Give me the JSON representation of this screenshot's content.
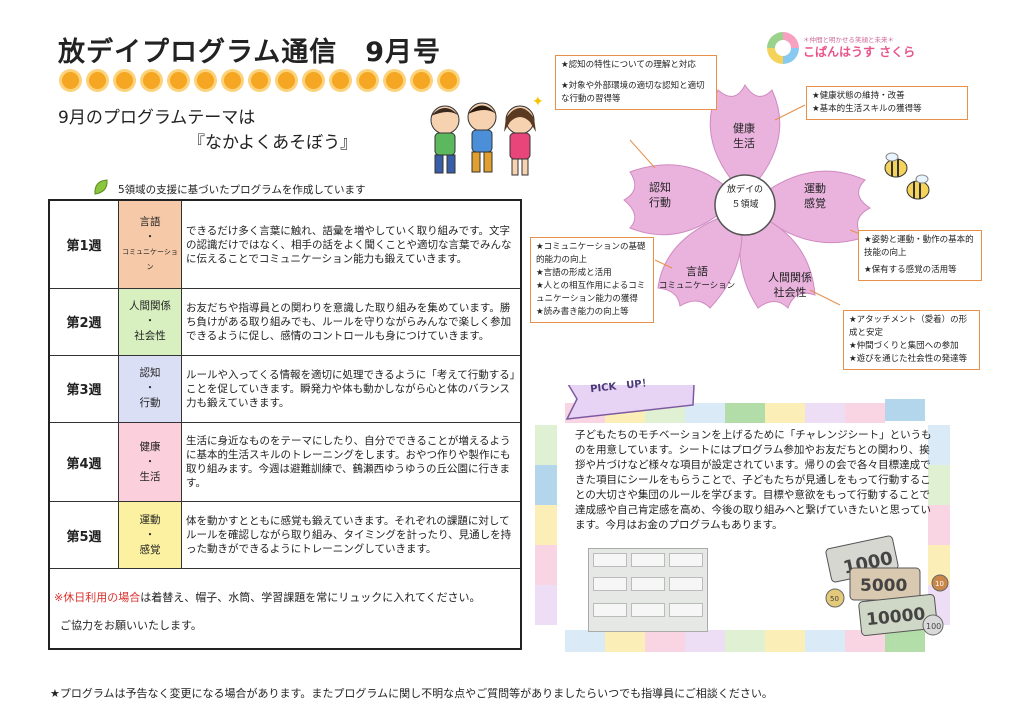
{
  "header": {
    "title": "放デイプログラム通信　9月号",
    "theme_line1": "9月のプログラムテーマは",
    "theme_line2": "『なかよくあそぼう』",
    "intro": "5領域の支援に基づいたプログラムを作成しています"
  },
  "logo": {
    "tagline": "＊仲間と明かせる笑顔と未来＊",
    "name": "こぱんはうす さくら"
  },
  "weeks": [
    {
      "week": "第1週",
      "domain_a": "言語",
      "dot": "・",
      "domain_b": "コミュニケーション",
      "color": "#f6c9a8",
      "desc": "できるだけ多く言葉に触れ、語彙を増やしていく取り組みです。文字の認識だけではなく、相手の話をよく聞くことや適切な言葉でみんなに伝えることでコミュニケーション能力も鍛えていきます。"
    },
    {
      "week": "第2週",
      "domain_a": "人間関係",
      "dot": "・",
      "domain_b": "社会性",
      "color": "#d8f0c0",
      "desc": "お友だちや指導員との関わりを意識した取り組みを集めています。勝ち負けがある取り組みでも、ルールを守りながらみんなで楽しく参加できるように促し、感情のコントロールも身につけていきます。"
    },
    {
      "week": "第3週",
      "domain_a": "認知",
      "dot": "・",
      "domain_b": "行動",
      "color": "#dadff5",
      "desc": "ルールや入ってくる情報を適切に処理できるように「考えて行動する」ことを促していきます。瞬発力や体も動かしながら心と体のバランス力も鍛えていきます。"
    },
    {
      "week": "第4週",
      "domain_a": "健康",
      "dot": "・",
      "domain_b": "生活",
      "color": "#fbd0dc",
      "desc": "生活に身近なものをテーマにしたり、自分でできることが増えるように基本的生活スキルのトレーニングをします。おやつ作りや製作にも取り組みます。今週は避難訓練で、鶴瀬西ゆうゆうの丘公園に行きます。"
    },
    {
      "week": "第5週",
      "domain_a": "運動",
      "dot": "・",
      "domain_b": "感覚",
      "color": "#fbf1a0",
      "desc": "体を動かすとともに感覚も鍛えていきます。それぞれの課題に対してルールを確認しながら取り組み、タイミングを計ったり、見通しを持った動きができるようにトレーニングしていきます。"
    }
  ],
  "notes": {
    "prefix": "※",
    "holiday_label": "休日利用の場合",
    "holiday_text": "は着替え、帽子、水筒、学習課題を常にリュックに入れてください。",
    "thanks": "ご協力をお願いいたします。"
  },
  "flower": {
    "center_line1": "放デイの",
    "center_line2": "５領域",
    "petals": {
      "health": [
        "健康",
        "生活"
      ],
      "motor": [
        "運動",
        "感覚"
      ],
      "social": [
        "人間関係",
        "社会性"
      ],
      "language": [
        "言語",
        "コミュニケーション"
      ],
      "cognition": [
        "認知",
        "行動"
      ]
    },
    "callouts": {
      "cognition": [
        "★認知の特性についての理解と対応",
        "★対象や外部環境の適切な認知と適切な行動の習得等"
      ],
      "health": [
        "★健康状態の維持・改善",
        "★基本的生活スキルの獲得等"
      ],
      "motor": [
        "★姿勢と運動・動作の基本的技能の向上",
        "★保有する感覚の活用等"
      ],
      "language": [
        "★コミュニケーションの基礎的能力の向上",
        "★言語の形成と活用",
        "★人との相互作用によるコミュニケーション能力の獲得",
        "★読み書き能力の向上等"
      ],
      "social": [
        "★アタッチメント（愛着）の形成と安定",
        "★仲間づくりと集団への参加",
        "★遊びを通じた社会性の発達等"
      ]
    }
  },
  "pickup": {
    "banner": "PICK　UP！",
    "text": "子どもたちのモチベーションを上げるために「チャレンジシート」というものを用意しています。シートにはプログラム参加やお友だちとの関わり、挨拶や片づけなど様々な項目が設定されています。帰りの会で各々目標達成できた項目にシールをもらうことで、子どもたちが見通しをもって行動することの大切さや集団のルールを学びます。目標や意欲をもって行動することで達成感や自己肯定感を高め、今後の取り組みへと繋げていきたいと思っています。今月はお金のプログラムもあります。",
    "money": [
      "1000",
      "5000",
      "10000",
      "100",
      "50",
      "10"
    ]
  },
  "footer": "★プログラムは予告なく変更になる場合があります。またプログラムに関し不明な点やご質問等がありましたらいつでも指導員にご相談ください。",
  "colors": {
    "petal": "#e9b3de",
    "callout_border": "#e8904a",
    "pickup_banner": "#e7d3f3",
    "accent_red": "#d9302c"
  }
}
